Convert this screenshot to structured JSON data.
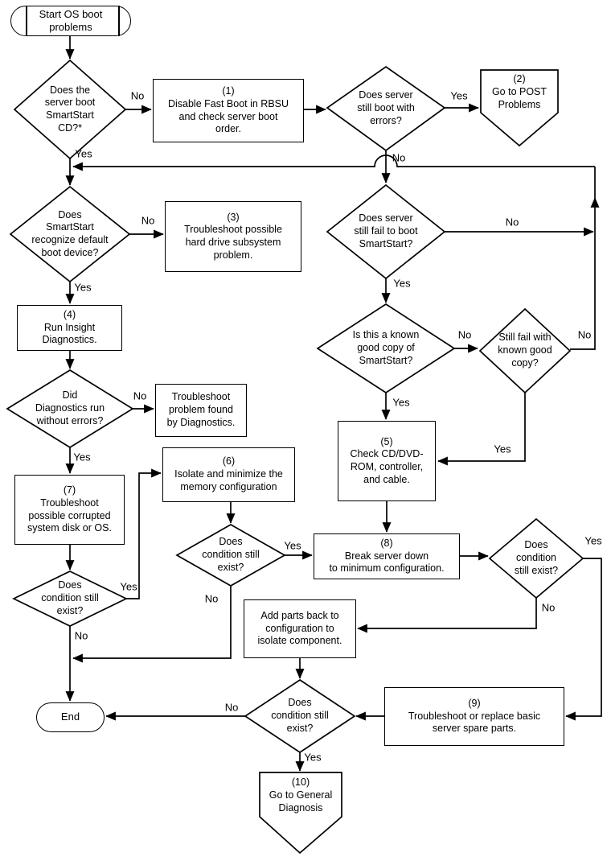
{
  "colors": {
    "line": "#000000",
    "background": "#ffffff",
    "text": "#000000"
  },
  "nodes": {
    "start": {
      "text": "Start OS boot\nproblems"
    },
    "d_boot_cd": {
      "text": "Does the\nserver boot\nSmartStart\nCD?*"
    },
    "b1": {
      "text": "(1)\nDisable Fast Boot in RBSU\nand check server boot\norder."
    },
    "d_boot_errors": {
      "text": "Does server\nstill boot with\nerrors?"
    },
    "p2": {
      "text": "(2)\nGo to POST\nProblems"
    },
    "d_fail_boot": {
      "text": "Does server\nstill fail to boot\nSmartStart?"
    },
    "d_recognize": {
      "text": "Does\nSmartStart\nrecognize default\nboot device?"
    },
    "b3": {
      "text": "(3)\nTroubleshoot possible\nhard drive subsystem\nproblem."
    },
    "b4": {
      "text": "(4)\nRun Insight\nDiagnostics."
    },
    "d_diag_run": {
      "text": "Did\nDiagnostics run\nwithout errors?"
    },
    "b_diag_fix": {
      "text": "Troubleshoot\nproblem found\nby Diagnostics."
    },
    "d_known_copy": {
      "text": "Is this a known\ngood copy of\nSmartStart?"
    },
    "d_still_fail": {
      "text": "Still fail with\nknown good\ncopy?"
    },
    "b5": {
      "text": "(5)\nCheck CD/DVD-\nROM, controller,\nand cable."
    },
    "b7": {
      "text": "(7)\nTroubleshoot\npossible corrupted\nsystem disk or OS."
    },
    "b6": {
      "text": "(6)\nIsolate and minimize the\nmemory configuration"
    },
    "d_cond_left": {
      "text": "Does\ncondition still\nexist?"
    },
    "d_cond_mid": {
      "text": "Does\ncondition still\nexist?"
    },
    "b8": {
      "text": "(8)\nBreak server down\nto minimum configuration."
    },
    "d_cond_right": {
      "text": "Does\ncondition\nstill exist?"
    },
    "b_addparts": {
      "text": "Add parts back to\nconfiguration to\nisolate component."
    },
    "d_cond_bottom": {
      "text": "Does\ncondition still\nexist?"
    },
    "b9": {
      "text": "(9)\nTroubleshoot or replace basic\nserver spare parts."
    },
    "p10": {
      "text": "(10)\nGo to General\nDiagnosis"
    },
    "end": {
      "text": "End"
    }
  },
  "labels": {
    "a_no": "No",
    "a_yes": "Yes",
    "b_yes": "Yes",
    "b_no": "No",
    "c_no": "No",
    "c_yes": "Yes",
    "d_no": "No",
    "d_yes": "Yes",
    "g_no": "No",
    "g_yes": "Yes",
    "e_no": "No",
    "e_yes": "Yes",
    "f_no": "No",
    "f_yes": "Yes",
    "h_yes": "Yes",
    "h_no": "No",
    "i_yes": "Yes",
    "i_no": "No",
    "j_yes": "Yes",
    "j_no": "No",
    "k_no": "No",
    "k_yes": "Yes"
  }
}
